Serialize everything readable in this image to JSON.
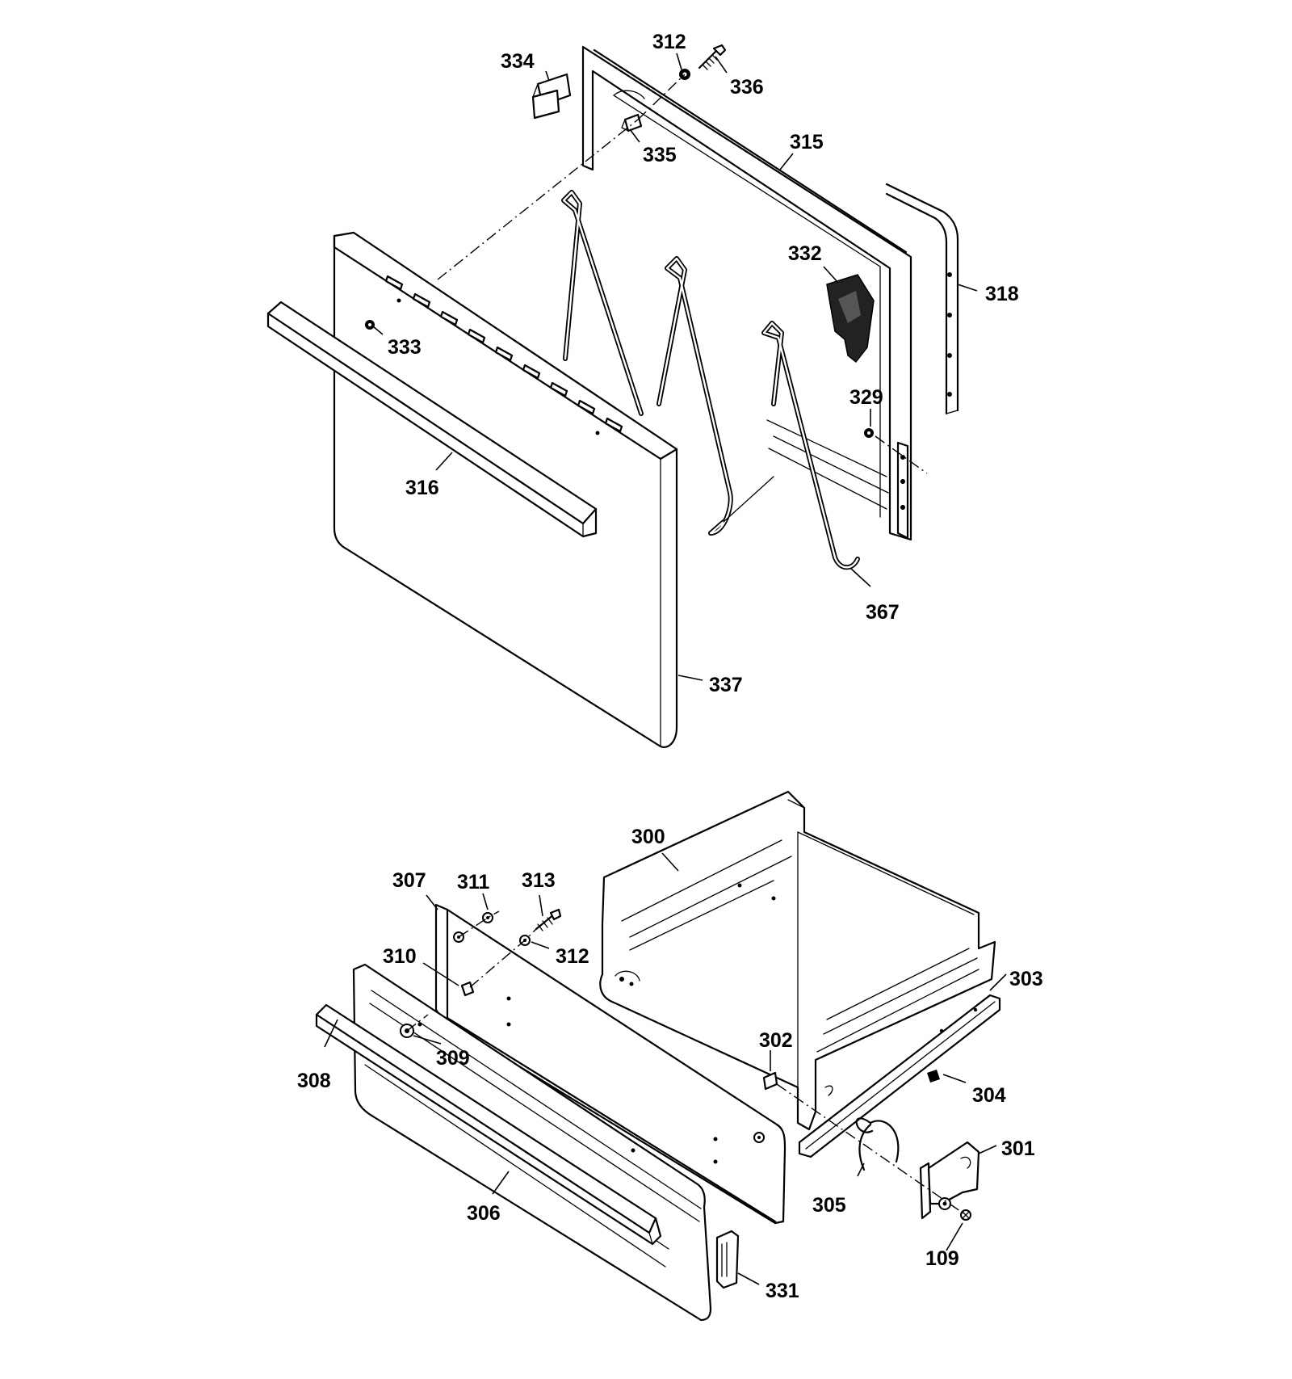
{
  "callouts": {
    "c312a": "312",
    "c336": "336",
    "c334": "334",
    "c335": "335",
    "c315": "315",
    "c318": "318",
    "c332": "332",
    "c333": "333",
    "c329": "329",
    "c316": "316",
    "c367": "367",
    "c337": "337",
    "c300": "300",
    "c307": "307",
    "c311": "311",
    "c313": "313",
    "c312b": "312",
    "c310": "310",
    "c303": "303",
    "c302": "302",
    "c309": "309",
    "c308": "308",
    "c304": "304",
    "c301": "301",
    "c305": "305",
    "c306": "306",
    "c109": "109",
    "c331": "331"
  }
}
